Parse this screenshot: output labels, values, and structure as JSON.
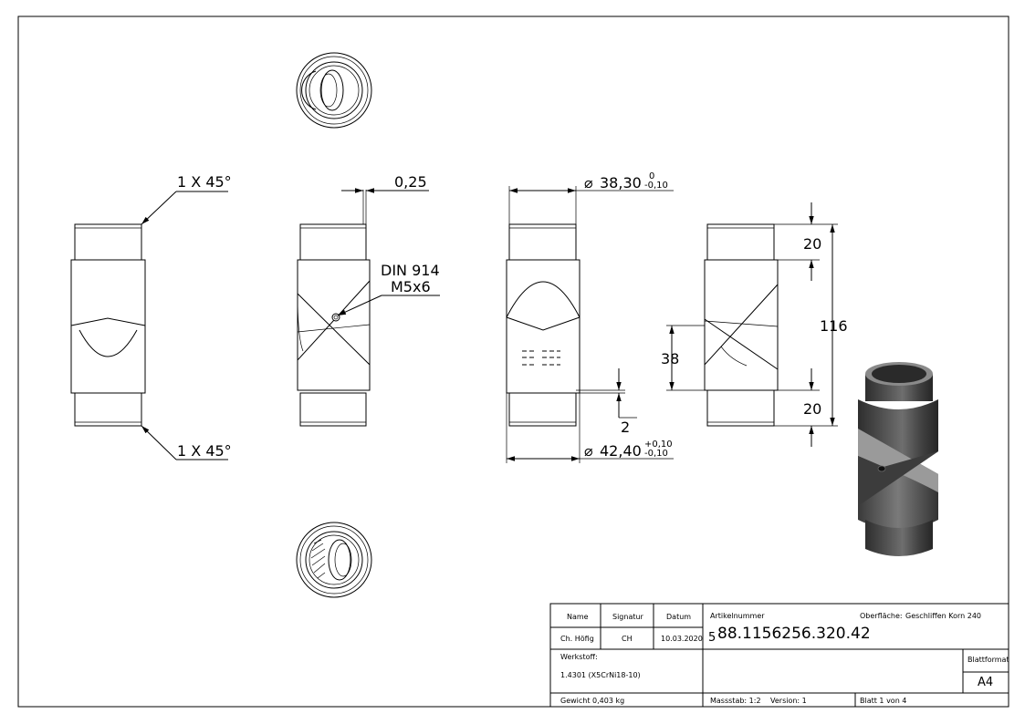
{
  "dimensions": {
    "chamfer_top": "1 X 45°",
    "chamfer_bottom": "1 X 45°",
    "offset": "0,25",
    "thread_std": "DIN 914",
    "thread_size": "M5x6",
    "inner_dia": "38,30",
    "inner_tol_upper": "0",
    "inner_tol_lower": "-0,10",
    "outer_dia": "42,40",
    "outer_tol_upper": "+0,10",
    "outer_tol_lower": "-0,10",
    "step": "2",
    "top_len": "20",
    "mid_len": "38",
    "bottom_len": "20",
    "total_len": "116",
    "dia_symbol": "⌀"
  },
  "title_block": {
    "col_name": "Name",
    "col_signature": "Signatur",
    "col_date": "Datum",
    "name": "Ch. Höfig",
    "signature": "CH",
    "date": "10.03.2020",
    "article_label": "Artikelnummer",
    "article_number": "88.1156256.320.42",
    "article_prefix": "5",
    "surface_label": "Oberfläche:",
    "surface_value": "Geschliffen Korn 240",
    "material_label": "Werkstoff:",
    "material_value": "1.4301 (X5CrNi18-10)",
    "format_label": "Blattformat",
    "format_value": "A4",
    "weight": "Gewicht 0,403 kg",
    "scale": "Massstab: 1:2",
    "version": "Version: 1",
    "sheet": "Blatt 1 von 4"
  }
}
